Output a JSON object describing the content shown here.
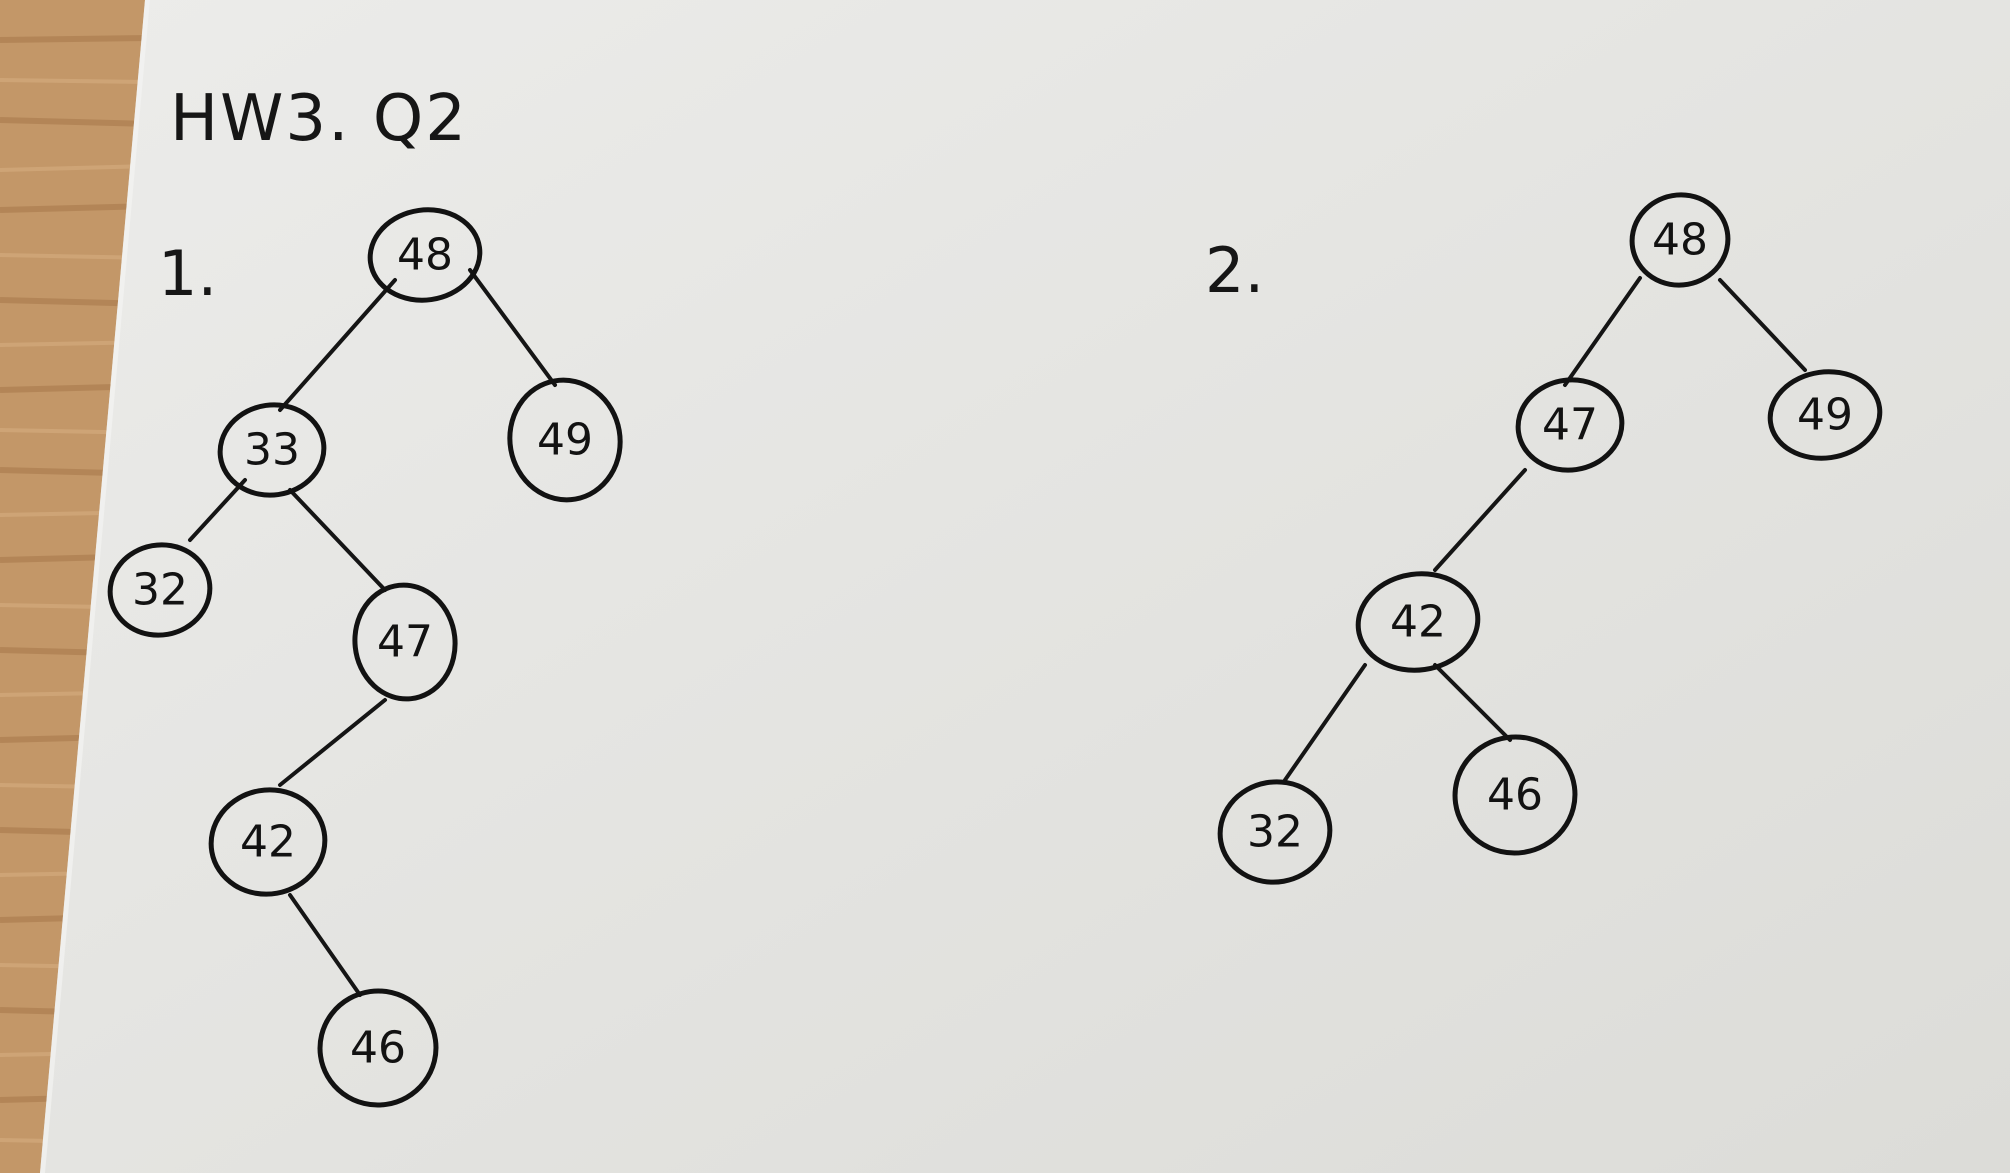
{
  "title": "HW3. Q2",
  "colors": {
    "paper": "#e6e6e3",
    "ink": "#141414",
    "wood": "#c29665"
  },
  "trees": [
    {
      "label": "1.",
      "nodes": [
        {
          "id": "t1-48",
          "value": "48"
        },
        {
          "id": "t1-33",
          "value": "33"
        },
        {
          "id": "t1-49",
          "value": "49"
        },
        {
          "id": "t1-32",
          "value": "32"
        },
        {
          "id": "t1-47",
          "value": "47"
        },
        {
          "id": "t1-42",
          "value": "42"
        },
        {
          "id": "t1-46",
          "value": "46"
        }
      ],
      "edges": [
        [
          "t1-48",
          "t1-33"
        ],
        [
          "t1-48",
          "t1-49"
        ],
        [
          "t1-33",
          "t1-32"
        ],
        [
          "t1-33",
          "t1-47"
        ],
        [
          "t1-47",
          "t1-42"
        ],
        [
          "t1-42",
          "t1-46"
        ]
      ]
    },
    {
      "label": "2.",
      "nodes": [
        {
          "id": "t2-48",
          "value": "48"
        },
        {
          "id": "t2-47",
          "value": "47"
        },
        {
          "id": "t2-49",
          "value": "49"
        },
        {
          "id": "t2-42",
          "value": "42"
        },
        {
          "id": "t2-32",
          "value": "32"
        },
        {
          "id": "t2-46",
          "value": "46"
        }
      ],
      "edges": [
        [
          "t2-48",
          "t2-47"
        ],
        [
          "t2-48",
          "t2-49"
        ],
        [
          "t2-47",
          "t2-42"
        ],
        [
          "t2-42",
          "t2-32"
        ],
        [
          "t2-42",
          "t2-46"
        ]
      ]
    }
  ]
}
